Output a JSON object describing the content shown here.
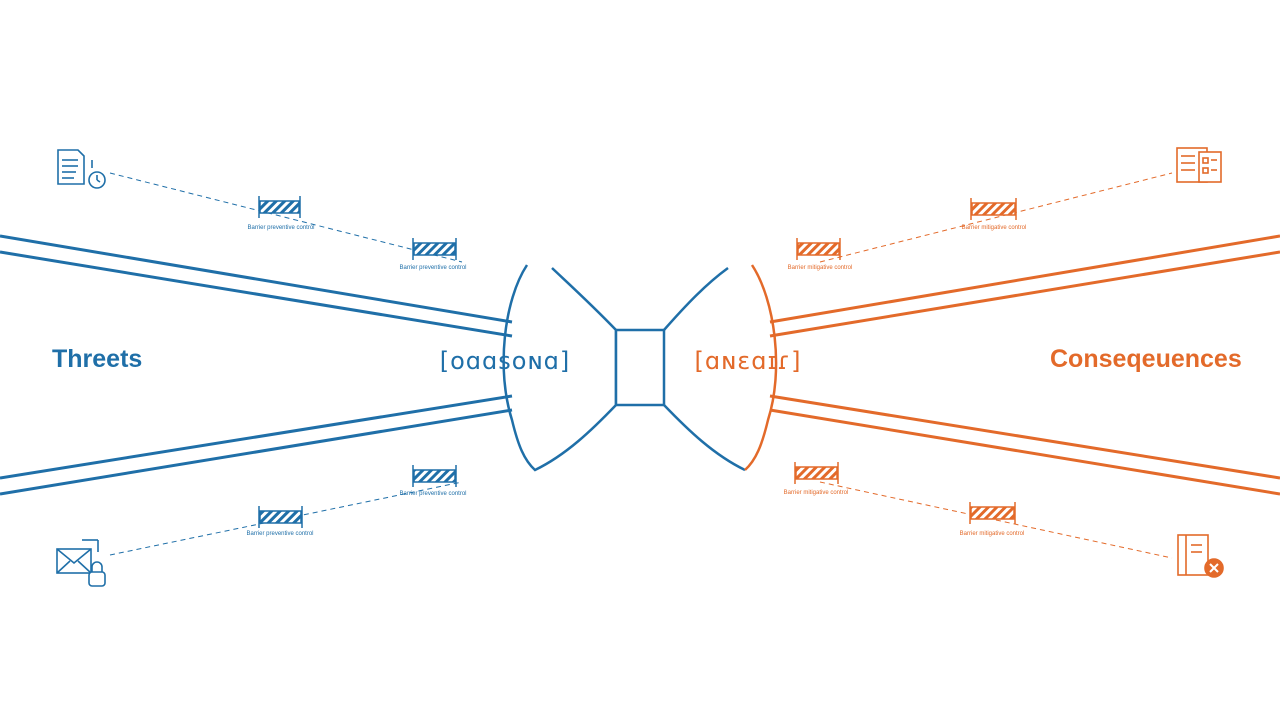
{
  "colors": {
    "threat": "#1f6fa8",
    "consequence": "#e36a2a",
    "background": "#ffffff"
  },
  "labels": {
    "threats": "Threets",
    "consequences": "Conseqeuences",
    "left_center": "[oɑɑsoɴɑ]",
    "right_center": "[ɑɴɛɑɪɾ]"
  },
  "barriers": {
    "threat_top_1": "Barrier preventive control",
    "threat_top_2": "Barrier preventive control",
    "threat_bottom_1": "Barrier preventive control",
    "threat_bottom_2": "Barrier preventive control",
    "consequence_top_1": "Barrier mitigative control",
    "consequence_top_2": "Barrier mitigative control",
    "consequence_bottom_1": "Barrier mitigative control",
    "consequence_bottom_2": "Barrier mitigative control"
  },
  "icons": {
    "threat_top": "document-clock-icon",
    "threat_bottom": "envelope-lock-icon",
    "consequence_top": "clipboard-list-icon",
    "consequence_bottom": "document-error-icon"
  }
}
